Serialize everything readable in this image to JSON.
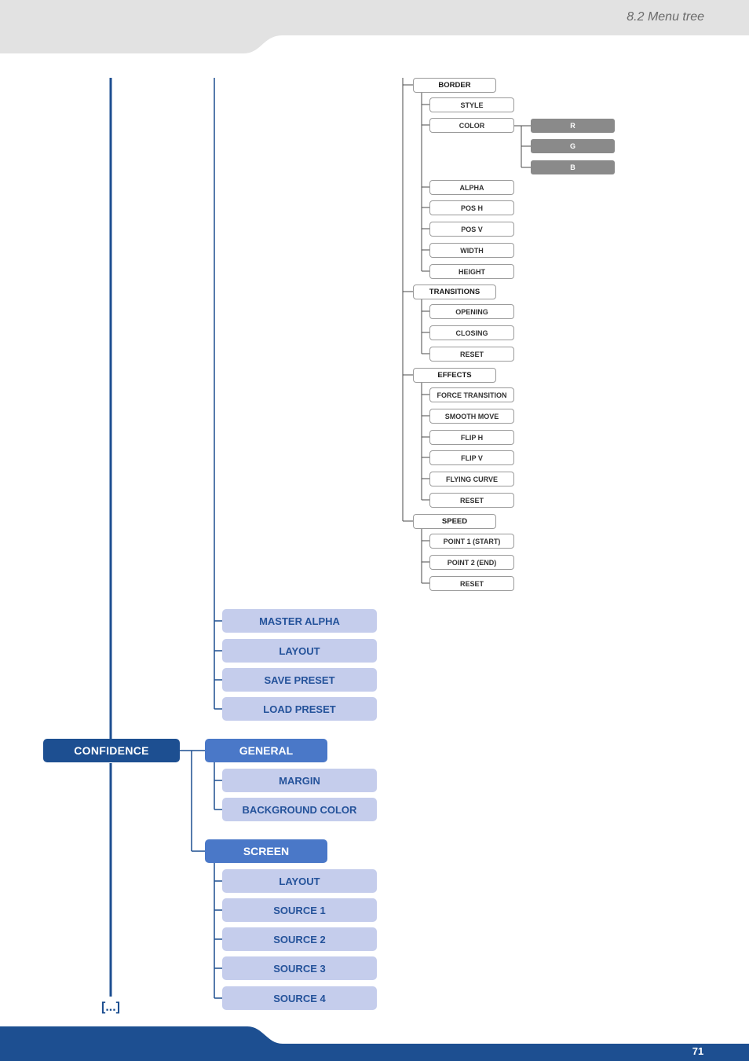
{
  "header": {
    "section_title": "8.2 Menu tree"
  },
  "footer": {
    "page_number": "71",
    "ellipsis": "[...]"
  },
  "colors": {
    "header_bg": "#e2e2e2",
    "footer_bg": "#1d4f91",
    "level1": "#1d4f91",
    "level2": "#4a78c8",
    "level3": "#c5cdec",
    "level3_text": "#24529a",
    "leaf_gray": "#8a8a8a"
  },
  "tree": {
    "border": {
      "label": "BORDER",
      "children": [
        "STYLE",
        "COLOR",
        "ALPHA",
        "POS H",
        "POS V",
        "WIDTH",
        "HEIGHT"
      ],
      "color_children": [
        "R",
        "G",
        "B"
      ]
    },
    "transitions": {
      "label": "TRANSITIONS",
      "children": [
        "OPENING",
        "CLOSING",
        "RESET"
      ]
    },
    "effects": {
      "label": "EFFECTS",
      "children": [
        "FORCE TRANSITION",
        "SMOOTH MOVE",
        "FLIP H",
        "FLIP V",
        "FLYING CURVE",
        "RESET"
      ]
    },
    "speed": {
      "label": "SPEED",
      "children": [
        "POINT 1 (START)",
        "POINT 2 (END)",
        "RESET"
      ]
    },
    "preset_items": [
      "MASTER ALPHA",
      "LAYOUT",
      "SAVE PRESET",
      "LOAD PRESET"
    ],
    "confidence": {
      "label": "CONFIDENCE",
      "general": {
        "label": "GENERAL",
        "children": [
          "MARGIN",
          "BACKGROUND COLOR"
        ]
      },
      "screen": {
        "label": "SCREEN",
        "children": [
          "LAYOUT",
          "SOURCE 1",
          "SOURCE 2",
          "SOURCE 3",
          "SOURCE 4"
        ]
      }
    }
  }
}
